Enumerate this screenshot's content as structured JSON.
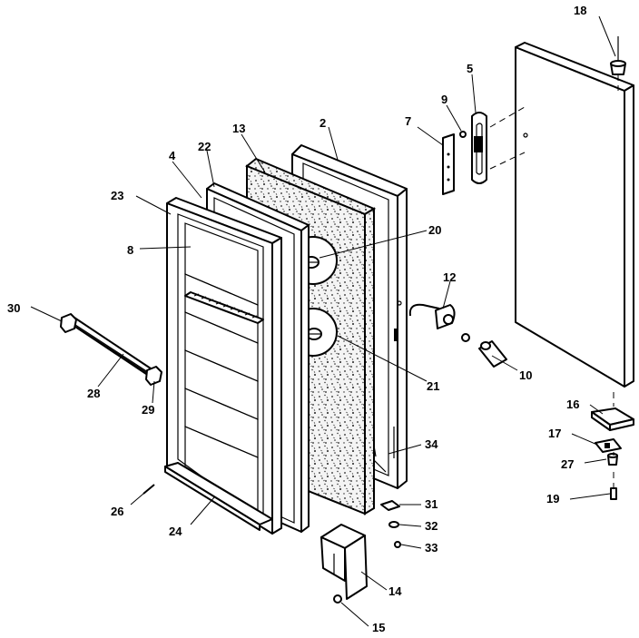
{
  "callouts": [
    {
      "id": "2",
      "label": "2"
    },
    {
      "id": "4",
      "label": "4"
    },
    {
      "id": "5",
      "label": "5"
    },
    {
      "id": "7",
      "label": "7"
    },
    {
      "id": "8",
      "label": "8"
    },
    {
      "id": "9",
      "label": "9"
    },
    {
      "id": "10",
      "label": "10"
    },
    {
      "id": "12",
      "label": "12"
    },
    {
      "id": "13",
      "label": "13"
    },
    {
      "id": "14",
      "label": "14"
    },
    {
      "id": "15",
      "label": "15"
    },
    {
      "id": "16",
      "label": "16"
    },
    {
      "id": "17",
      "label": "17"
    },
    {
      "id": "18",
      "label": "18"
    },
    {
      "id": "19",
      "label": "19"
    },
    {
      "id": "20",
      "label": "20"
    },
    {
      "id": "21",
      "label": "21"
    },
    {
      "id": "22",
      "label": "22"
    },
    {
      "id": "23",
      "label": "23"
    },
    {
      "id": "24",
      "label": "24"
    },
    {
      "id": "26",
      "label": "26"
    },
    {
      "id": "27",
      "label": "27"
    },
    {
      "id": "28",
      "label": "28"
    },
    {
      "id": "29",
      "label": "29"
    },
    {
      "id": "30",
      "label": "30"
    },
    {
      "id": "31",
      "label": "31"
    },
    {
      "id": "32",
      "label": "32"
    },
    {
      "id": "33",
      "label": "33"
    },
    {
      "id": "34",
      "label": "34"
    }
  ]
}
